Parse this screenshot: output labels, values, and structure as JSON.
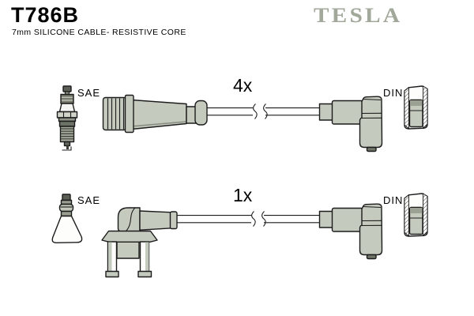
{
  "header": {
    "part_number": "T786B",
    "description": "7mm SILICONE CABLE- RESISTIVE CORE",
    "brand": "TESLA"
  },
  "diagram": {
    "rows": [
      {
        "quantity": "4x",
        "plug_type": "SAE",
        "terminal_type": "DIN"
      },
      {
        "quantity": "1x",
        "plug_type": "SAE",
        "terminal_type": "DIN"
      }
    ]
  },
  "colors": {
    "background": "#ffffff",
    "part_fill": "#c5cabf",
    "part_shade": "#878d80",
    "outline": "#1c1c1c",
    "logo": "#a2a99b",
    "text": "#000000"
  }
}
